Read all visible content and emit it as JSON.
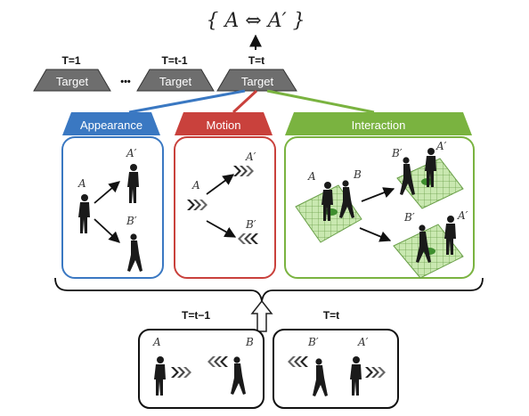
{
  "formula": "{ A ⇔ A′ }",
  "time_steps": [
    {
      "label": "T=1",
      "box": "Target"
    },
    {
      "label": "T=t-1",
      "box": "Target"
    },
    {
      "label": "T=t",
      "box": "Target"
    }
  ],
  "ellipsis": "•••",
  "modules": {
    "appearance": {
      "title": "Appearance",
      "color": "#3a78c2"
    },
    "motion": {
      "title": "Motion",
      "color": "#c9413c"
    },
    "interaction": {
      "title": "Interaction",
      "color": "#7ab340"
    }
  },
  "symbols": {
    "a": "A",
    "a_prime": "A′",
    "b": "B",
    "b_prime": "B′"
  },
  "frames": {
    "prev": "T=t−1",
    "curr": "T=t"
  }
}
